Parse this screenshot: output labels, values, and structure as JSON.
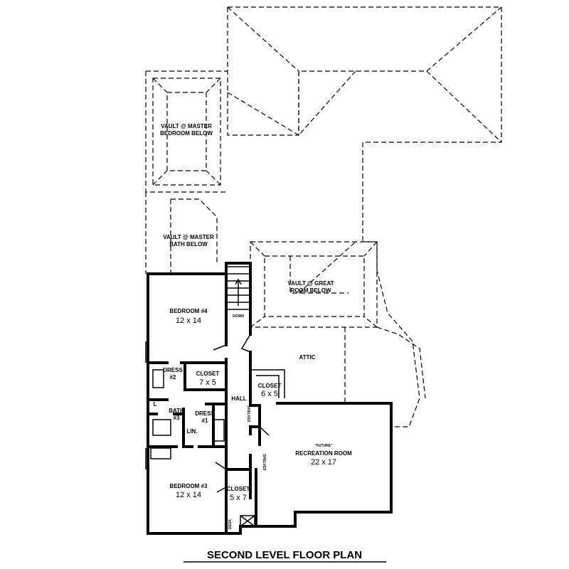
{
  "title": "SECOND LEVEL FLOOR PLAN",
  "rooms": {
    "vault_master_bed": [
      "VAULT @ MASTER",
      "BEDROOM BELOW"
    ],
    "vault_master_bath": [
      "VAULT @ MASTER",
      "BATH BELOW"
    ],
    "vault_great_room": [
      "VAULT @ GREAT",
      "ROOM BELOW"
    ],
    "attic": "ATTIC",
    "bedroom4": {
      "name": "BEDROOM #4",
      "size": "12 x 14"
    },
    "dress2": [
      "DRESS",
      "#2"
    ],
    "closet75": {
      "name": "CLOSET",
      "size": "7 x 5"
    },
    "hall": "HALL",
    "closet65": {
      "name": "CLOSET",
      "size": "6 x 5"
    },
    "bath3": [
      "BATH",
      "#3"
    ],
    "dress1": [
      "DRESS",
      "#1"
    ],
    "lin": "LIN.",
    "l": "L",
    "rec": {
      "future": "\"FUTURE\"",
      "name": "RECREATION ROOM",
      "size": "22 x 17"
    },
    "bedroom3": {
      "name": "BEDROOM #3",
      "size": "12 x 14"
    },
    "closet57": {
      "name": "CLOSET",
      "size": "5 x 7"
    },
    "shelves": "SHELVES",
    "down": "DOWN",
    "desk": "DESK"
  }
}
